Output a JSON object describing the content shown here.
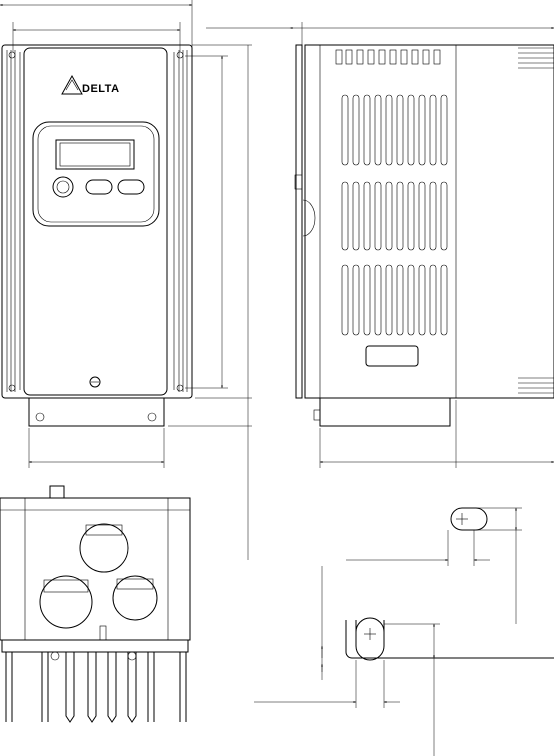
{
  "logo": {
    "brand": "DELTA"
  },
  "views": [
    "front-view",
    "side-view",
    "bottom-view",
    "mounting-slot-detail-top",
    "mounting-slot-detail-bottom"
  ]
}
